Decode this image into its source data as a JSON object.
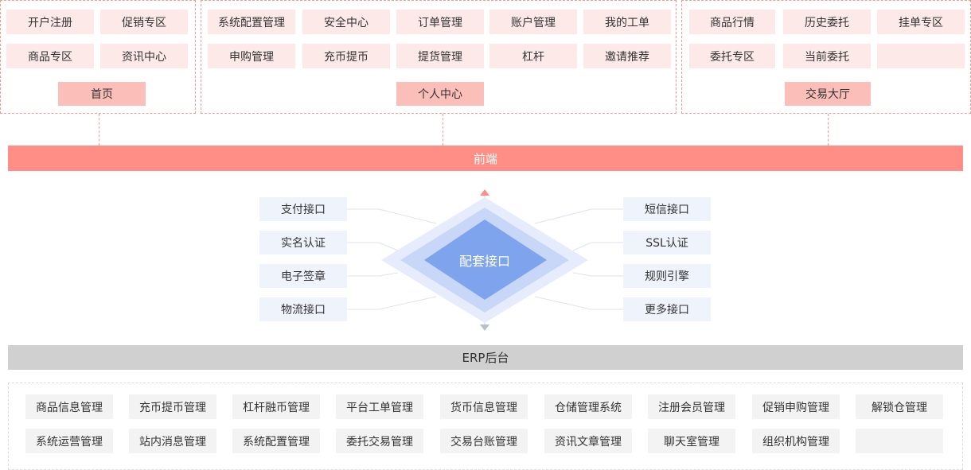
{
  "colors": {
    "front_bar": "#ff8f86",
    "erp_bar": "#d0d0d0",
    "cell_pink": "#fde9e7",
    "hub_pink": "#fbbeb8",
    "diamond_core": "#7ea4ee",
    "api_bg": "#eef3fc",
    "erp_cell": "#f3f3f3"
  },
  "groups": [
    {
      "items": [
        "开户注册",
        "促销专区",
        "商品专区",
        "资讯中心"
      ],
      "hub": "首页"
    },
    {
      "items": [
        "系统配置管理",
        "安全中心",
        "订单管理",
        "账户管理",
        "我的工单",
        "申购管理",
        "充币提币",
        "提货管理",
        "杠杆",
        "邀请推荐"
      ],
      "hub": "个人中心"
    },
    {
      "items": [
        "商品行情",
        "历史委托",
        "挂单专区",
        "委托专区",
        "当前委托",
        ""
      ],
      "hub": "交易大厅"
    }
  ],
  "frontend": {
    "label": "前端"
  },
  "center": {
    "label": "配套接口",
    "left_apis": [
      "支付接口",
      "实名认证",
      "电子签章",
      "物流接口"
    ],
    "right_apis": [
      "短信接口",
      "SSL认证",
      "规则引擎",
      "更多接口"
    ]
  },
  "erp": {
    "label": "ERP后台",
    "rows": [
      [
        "商品信息管理",
        "充币提币管理",
        "杠杆融币管理",
        "平台工单管理",
        "货币信息管理",
        "仓储管理系统",
        "注册会员管理",
        "促销申购管理",
        "解锁仓管理"
      ],
      [
        "系统运营管理",
        "站内消息管理",
        "系统配置管理",
        "委托交易管理",
        "交易台账管理",
        "资讯文章管理",
        "聊天室管理",
        "组织机构管理",
        ""
      ]
    ]
  }
}
